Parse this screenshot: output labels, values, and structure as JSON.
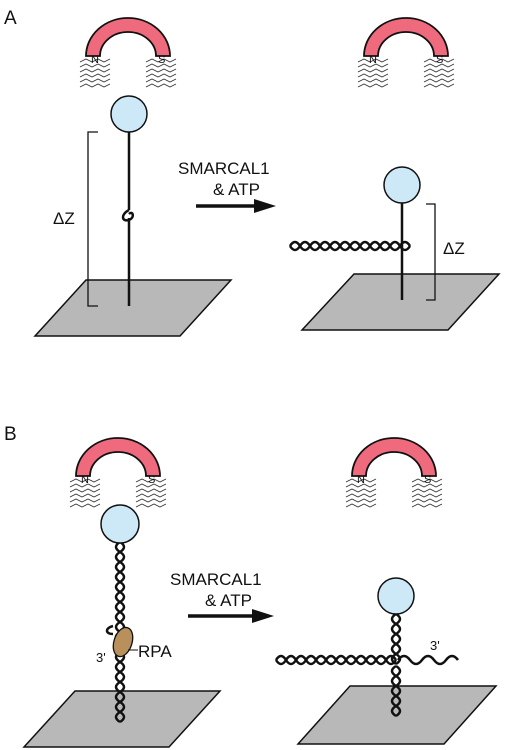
{
  "panels": {
    "a": {
      "label": "A",
      "arrow_line1": "SMARCAL1",
      "arrow_line2": "& ATP",
      "delta_left": "ΔZ",
      "delta_right": "ΔZ"
    },
    "b": {
      "label": "B",
      "arrow_line1": "SMARCAL1",
      "arrow_line2": "& ATP",
      "rpa": "RPA",
      "three_prime_left": "3'",
      "three_prime_right": "3'"
    }
  },
  "magnet": {
    "north": "N",
    "south": "S"
  },
  "colors": {
    "magnet": "#f06a7e",
    "bead": "#cde8f7",
    "surface": "#b8b8b8",
    "rpa": "#b9905c"
  }
}
